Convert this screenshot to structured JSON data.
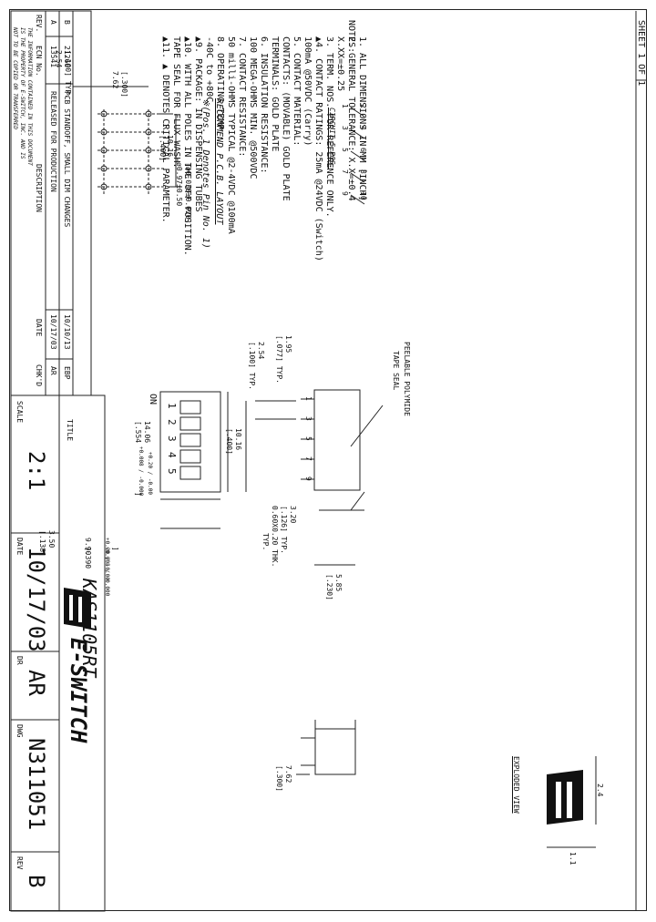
{
  "sheet": {
    "label": "SHEET 1 OF 1"
  },
  "notes": {
    "heading": "NOTES:",
    "items": [
      "1.  ALL DIMENSIONS IN MM [INCH]",
      "2.  GENERAL TOLERANCE: X.X=±0.4",
      "                        X.XX=±0.25",
      "3.  TERM. NOS. FOR REFERENCE ONLY.",
      "▲4.  CONTACT RATINGS: 25mA @24VDC (Switch)",
      "                      100mA @50VDC (Carry)",
      "5.  CONTACT MATERIAL:",
      "      CONTACTS: (MOVABLE) GOLD PLATE",
      "      TERMINALS: GOLD PLATE",
      "6.  INSULATION RESISTANCE:",
      "      100 MEGA-OHMS MIN. @500VDC",
      "7.  CONTACT RESISTANCE:",
      "      50 milli-OHMS TYPICAL @2-4VDC @100mA",
      "8.  OPERATING TEMP.:",
      "      -40C to +80C",
      "▲9.  PACKAGE: IN DISPENSING TUBES",
      "▲10. WITH ALL POLES IN THE OFF POSITION.",
      "      TAPE SEAL FOR FLUX WASH.",
      "▲11. ▲ DENOTES CRITICAL PARAMETER."
    ]
  },
  "pcb_layout": {
    "title": "RECOMMEND P.C.B. LAYOUT",
    "pin_note": "※(Pos. 1 Denotes Pin No. 1)",
    "hole_dia": "ø0.97±0.50",
    "hole_dia_inch": "[ø0.038±0.020]",
    "pitch": "2.54",
    "pitch_inch": "[.100] TYP.",
    "row_spacing": "7.62",
    "row_spacing_inch": "[.300]",
    "width": "10.16",
    "width_inch": "[.400]",
    "pin1_label": "1",
    "circuit_title": "CIRCUIT 5 POS.",
    "circuit_pins_top": [
      "2",
      "4",
      "6",
      "8",
      "10"
    ],
    "circuit_pins_bottom": [
      "1",
      "3",
      "5",
      "7",
      "9"
    ]
  },
  "top_view": {
    "on_label": "ON",
    "positions": [
      "1",
      "2",
      "3",
      "4",
      "5"
    ],
    "length": "14.06",
    "length_tol": "+0.20 / -0.00",
    "length_inch": "[.554",
    "length_inch_tol": "+0.008 / -0.000",
    "length_inch_close": "]",
    "width": "9.90",
    "width_tol": "+0.20 / -0.00",
    "width_inch": "[.390",
    "width_inch_tol": "+0.008 / -0.000",
    "width_inch_close": "]",
    "actuator": "3.50",
    "actuator_inch": "[.138]"
  },
  "side_view": {
    "tape_label_1": "PEELABLE POLYMIDE",
    "tape_label_2": "TAPE SEAL",
    "pin_offset": "1.95",
    "pin_offset_inch": "[.077] TYP.",
    "pitch": "2.54",
    "pitch_inch": "[.100] TYP.",
    "length": "10.16",
    "length_inch": "[.400]",
    "term_len": "3.20",
    "term_len_inch": "[.126] TYP.",
    "term_thk": "0.60X0.20 THK.",
    "term_thk_typ": "TYP.",
    "height": "5.85",
    "height_inch": "[.230]",
    "pin_labels": [
      "1",
      "3",
      "5",
      "7",
      "9"
    ]
  },
  "end_view": {
    "row_spacing": "7.62",
    "row_spacing_inch": "[.300]"
  },
  "exploded": {
    "label": "EXPLODED VIEW",
    "height": "2.4",
    "gap": "1.1"
  },
  "revisions": {
    "headers": [
      "REV.",
      "ECN No.",
      "DESCRIPTION",
      "DATE",
      "CHK'D"
    ],
    "rows": [
      [
        "B",
        "21266",
        "PCB STANDOFF, SMALL DIM CHANGES",
        "10/10/13",
        "EBP"
      ],
      [
        "A",
        "13541",
        "RELEASED FOR PRODUCTION",
        "10/17/03",
        "AR"
      ]
    ],
    "confidential": [
      "THE INFORMATION CONTAINED IN THIS DOCUMENT",
      "IS THE PROPERTY OF E-SWITCH, INC. AND IS",
      "NOT TO BE COPIED OR TRANSFERRED"
    ]
  },
  "title_block": {
    "title_label": "TITLE",
    "title": "KAS1105RT",
    "company": "E-SWITCH",
    "scale_label": "SCALE",
    "scale": "2:1",
    "date_label": "DATE",
    "date": "10/17/03",
    "dr_label": "DR",
    "dr": "AR",
    "dwg_label": "DWG",
    "dwg": "N311051",
    "rev_label": "REV",
    "rev": "B"
  }
}
